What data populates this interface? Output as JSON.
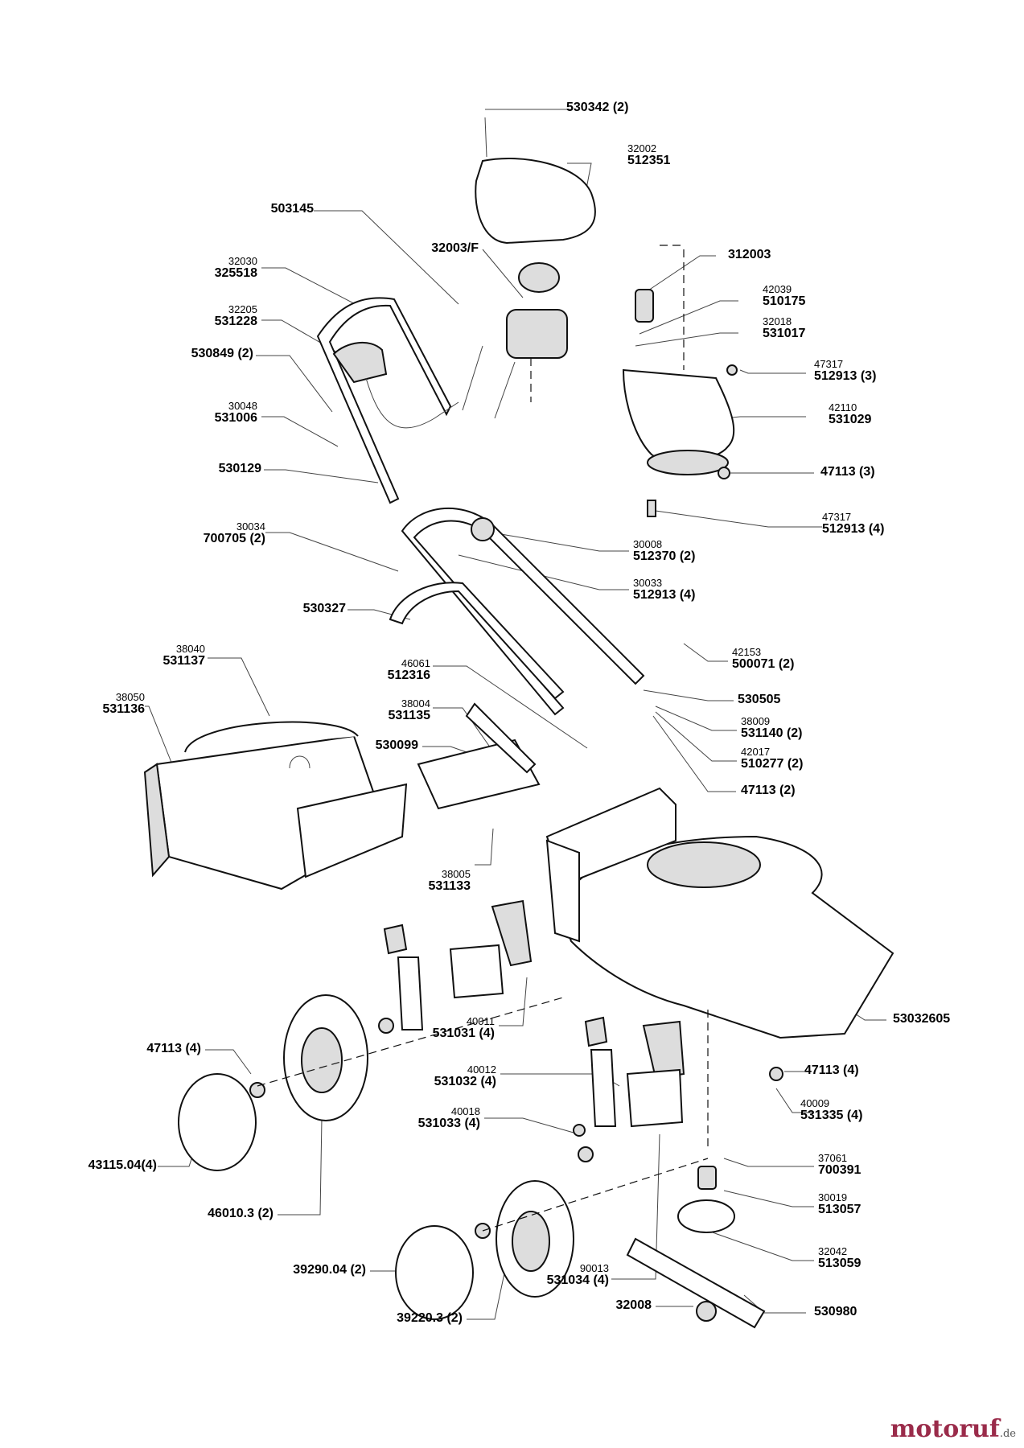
{
  "diagram": {
    "labels": [
      {
        "id": "l01",
        "ref": "",
        "part": "530342 (2)"
      },
      {
        "id": "l02",
        "ref": "32002",
        "part": "512351"
      },
      {
        "id": "l03",
        "ref": "",
        "part": "503145"
      },
      {
        "id": "l04",
        "ref": "",
        "part": "32003/F"
      },
      {
        "id": "l05",
        "ref": "",
        "part": "312003"
      },
      {
        "id": "l06",
        "ref": "32030",
        "part": "325518"
      },
      {
        "id": "l07",
        "ref": "42039",
        "part": "510175"
      },
      {
        "id": "l08",
        "ref": "32205",
        "part": "531228"
      },
      {
        "id": "l09",
        "ref": "32018",
        "part": "531017"
      },
      {
        "id": "l10",
        "ref": "",
        "part": "530849 (2)"
      },
      {
        "id": "l11",
        "ref": "47317",
        "part": "512913 (3)"
      },
      {
        "id": "l12",
        "ref": "30048",
        "part": "531006"
      },
      {
        "id": "l13",
        "ref": "42110",
        "part": "531029"
      },
      {
        "id": "l14",
        "ref": "",
        "part": "530129"
      },
      {
        "id": "l15",
        "ref": "",
        "part": "47113 (3)"
      },
      {
        "id": "l16",
        "ref": "47317",
        "part": "512913 (4)"
      },
      {
        "id": "l17",
        "ref": "30034",
        "part": "700705 (2)"
      },
      {
        "id": "l18",
        "ref": "30008",
        "part": "512370 (2)"
      },
      {
        "id": "l19",
        "ref": "30033",
        "part": "512913 (4)"
      },
      {
        "id": "l20",
        "ref": "",
        "part": "530327"
      },
      {
        "id": "l21",
        "ref": "38040",
        "part": "531137"
      },
      {
        "id": "l22",
        "ref": "42153",
        "part": "500071 (2)"
      },
      {
        "id": "l23",
        "ref": "46061",
        "part": "512316"
      },
      {
        "id": "l24",
        "ref": "38050",
        "part": "531136"
      },
      {
        "id": "l25",
        "ref": "",
        "part": "530505"
      },
      {
        "id": "l26",
        "ref": "38004",
        "part": "531135"
      },
      {
        "id": "l27",
        "ref": "38009",
        "part": "531140 (2)"
      },
      {
        "id": "l28",
        "ref": "",
        "part": "530099"
      },
      {
        "id": "l29",
        "ref": "42017",
        "part": "510277 (2)"
      },
      {
        "id": "l30",
        "ref": "",
        "part": "47113 (2)"
      },
      {
        "id": "l31",
        "ref": "38005",
        "part": "531133"
      },
      {
        "id": "l32",
        "ref": "",
        "part": "53032605"
      },
      {
        "id": "l33",
        "ref": "40011",
        "part": "531031 (4)"
      },
      {
        "id": "l34",
        "ref": "",
        "part": "47113 (4)"
      },
      {
        "id": "l35",
        "ref": "",
        "part": "47113 (4)"
      },
      {
        "id": "l36",
        "ref": "40012",
        "part": "531032 (4)"
      },
      {
        "id": "l37",
        "ref": "40009",
        "part": "531335 (4)"
      },
      {
        "id": "l38",
        "ref": "40018",
        "part": "531033 (4)"
      },
      {
        "id": "l39",
        "ref": "",
        "part": "43115.04(4)"
      },
      {
        "id": "l40",
        "ref": "37061",
        "part": "700391"
      },
      {
        "id": "l41",
        "ref": "",
        "part": "46010.3 (2)"
      },
      {
        "id": "l42",
        "ref": "30019",
        "part": "513057"
      },
      {
        "id": "l43",
        "ref": "32042",
        "part": "513059"
      },
      {
        "id": "l44",
        "ref": "90013",
        "part": "531034 (4)"
      },
      {
        "id": "l45",
        "ref": "",
        "part": "39290.04 (2)"
      },
      {
        "id": "l46",
        "ref": "",
        "part": "32008"
      },
      {
        "id": "l47",
        "ref": "",
        "part": "530980"
      },
      {
        "id": "l48",
        "ref": "",
        "part": "39220.3 (2)"
      }
    ]
  },
  "watermark": {
    "brand": "motoruf",
    "tld": ".de"
  }
}
